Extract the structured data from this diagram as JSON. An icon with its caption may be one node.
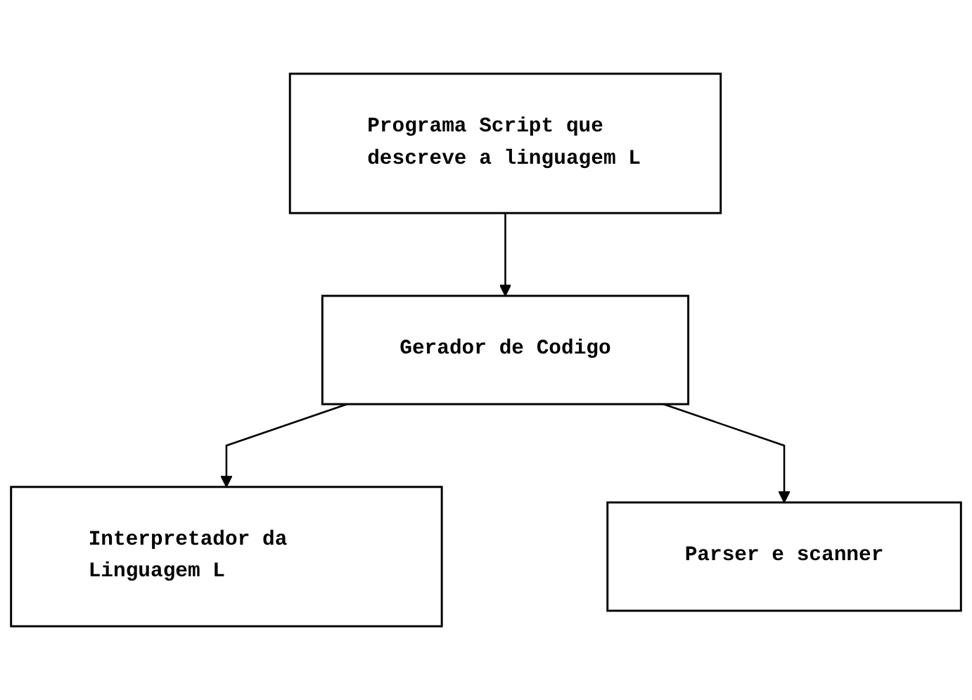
{
  "diagram": {
    "nodes": [
      {
        "text": [
          "Programa Script que descreve a linguagem L"
        ]
      },
      {
        "text": [
          "Gerador de Codigo"
        ]
      },
      {
        "text": [
          "Interpretador da Linguagem L"
        ]
      },
      {
        "text": [
          "Parser e scanner"
        ]
      }
    ],
    "edges": [
      {
        "from": 0,
        "to": 1,
        "arrow": "to"
      },
      {
        "from": 1,
        "to": 2,
        "arrow": "to"
      },
      {
        "from": 1,
        "to": 3,
        "arrow": "to"
      }
    ]
  }
}
